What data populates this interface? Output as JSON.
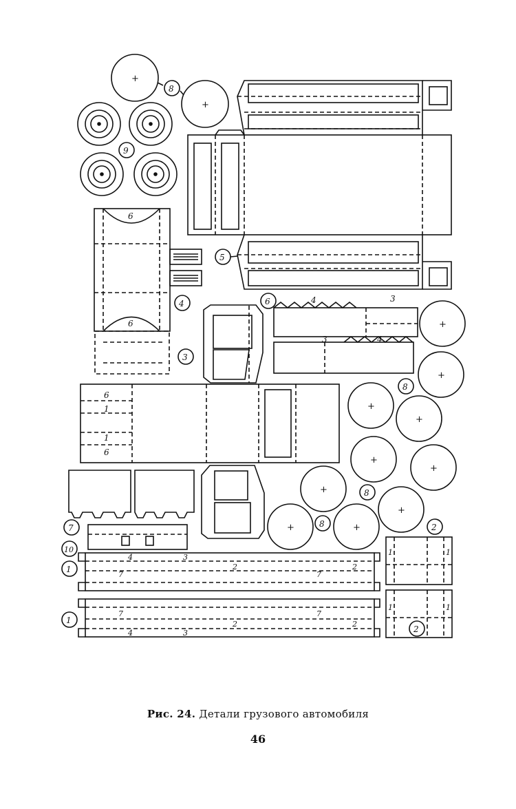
{
  "figure": {
    "part_numbers": [
      "1",
      "2",
      "3",
      "4",
      "5",
      "6",
      "7",
      "8",
      "9",
      "10"
    ],
    "fold_labels": [
      "1",
      "2",
      "3",
      "4",
      "6",
      "7"
    ]
  },
  "caption": {
    "figure_number": "Рис. 24.",
    "title": "Детали грузового автомобиля"
  },
  "page_number": "46"
}
